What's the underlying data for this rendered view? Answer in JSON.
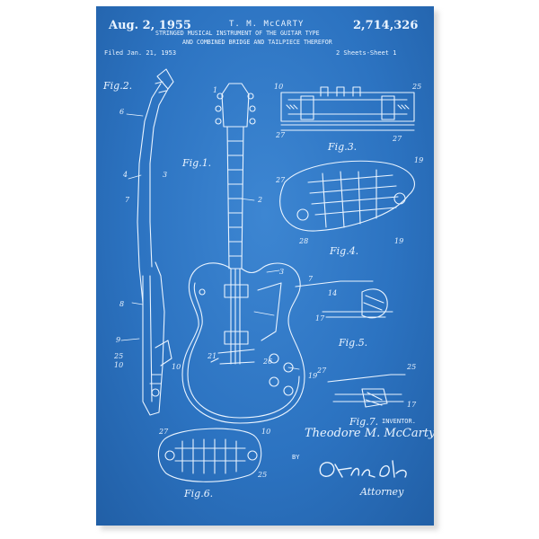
{
  "poster": {
    "date": "Aug. 2, 1955",
    "patent_number": "2,714,326",
    "inventor_short": "T. M. McCARTY",
    "title_line1": "STRINGED MUSICAL INSTRUMENT OF THE GUITAR TYPE",
    "title_line2": "AND COMBINED BRIDGE AND TAILPIECE THEREFOR",
    "filed": "Filed Jan. 21, 1953",
    "sheets": "2 Sheets-Sheet 1",
    "figures": {
      "fig1": "Fig.1.",
      "fig2": "Fig.2.",
      "fig3": "Fig.3.",
      "fig4": "Fig.4.",
      "fig5": "Fig.5.",
      "fig6": "Fig.6.",
      "fig7": "Fig.7."
    },
    "inventor_label": "INVENTOR.",
    "inventor_name": "Theodore M. McCarty",
    "by_label": "BY",
    "attorney_label": "Attorney",
    "colors": {
      "blueprint": "#2c73c1",
      "line": "#eaf4ff"
    }
  }
}
